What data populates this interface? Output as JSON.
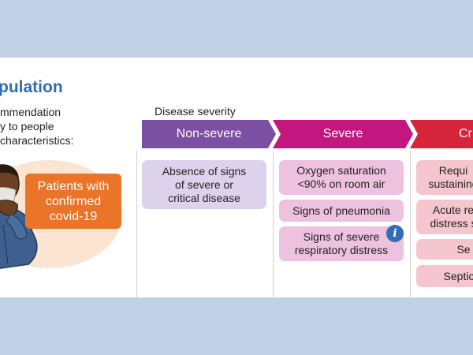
{
  "population": {
    "title": "pulation",
    "recommendation_lines": [
      "mmendation",
      "y to people",
      "characteristics:"
    ],
    "patient_lines": [
      "Patients with",
      "confirmed",
      "covid-19"
    ]
  },
  "severity": {
    "label": "Disease severity",
    "columns": [
      {
        "header": "Non-severe",
        "color": "#7b4fa1",
        "criteria": [
          [
            "Absence of signs",
            "of severe or",
            "critical disease"
          ]
        ]
      },
      {
        "header": "Severe",
        "color": "#c3177f",
        "criteria": [
          [
            "Oxygen saturation",
            "<90% on room air"
          ],
          [
            "Signs of pneumonia"
          ],
          [
            "Signs of severe",
            "respiratory distress"
          ]
        ],
        "info_icon": "info-icon"
      },
      {
        "header": "Cr",
        "color": "#d6243b",
        "criteria": [
          [
            "Requi",
            "sustaining"
          ],
          [
            "Acute re",
            "distress s"
          ],
          [
            "Se"
          ],
          [
            "Septic"
          ]
        ]
      }
    ]
  },
  "colors": {
    "background": "#c2d0e6",
    "title": "#2e6db4",
    "patient_box": "#ea7428"
  }
}
